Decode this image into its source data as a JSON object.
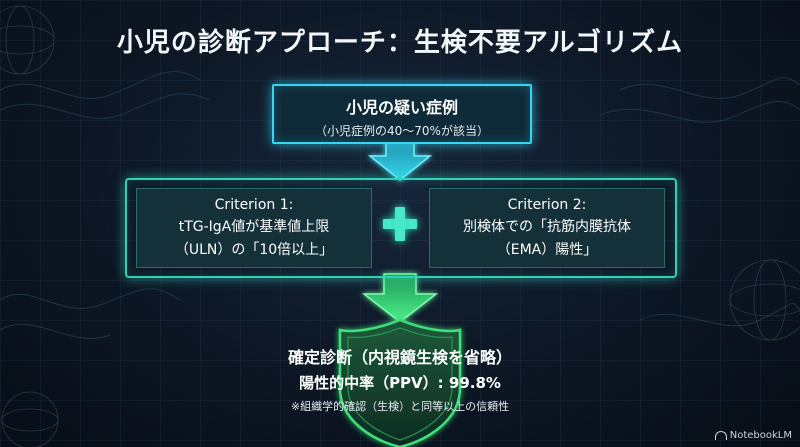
{
  "title": "小児の診断アプローチ：生検不要アルゴリズム",
  "top_box": {
    "line1": "小児の疑い症例",
    "line2": "（小児症例の40〜70%が該当）"
  },
  "criterion1": {
    "title": "Criterion 1:",
    "line1": "tTG-IgA値が基準値上限",
    "line2": "（ULN）の「10倍以上」"
  },
  "criterion2": {
    "title": "Criterion 2:",
    "line1": "別検体での「抗筋内膜抗体",
    "line2": "（EMA）陽性」"
  },
  "result": {
    "line1": "確定診断（内視鏡生検を省略）",
    "line2": "陽性的中率（PPV）: 99.8%",
    "note": "※組織学的確認（生検）と同等以上の信頼性"
  },
  "brand": "NotebookLM",
  "colors": {
    "cyan": "#36d6f0",
    "teal": "#2fd2b8",
    "green": "#3ee07a",
    "background": "#0c1522"
  }
}
